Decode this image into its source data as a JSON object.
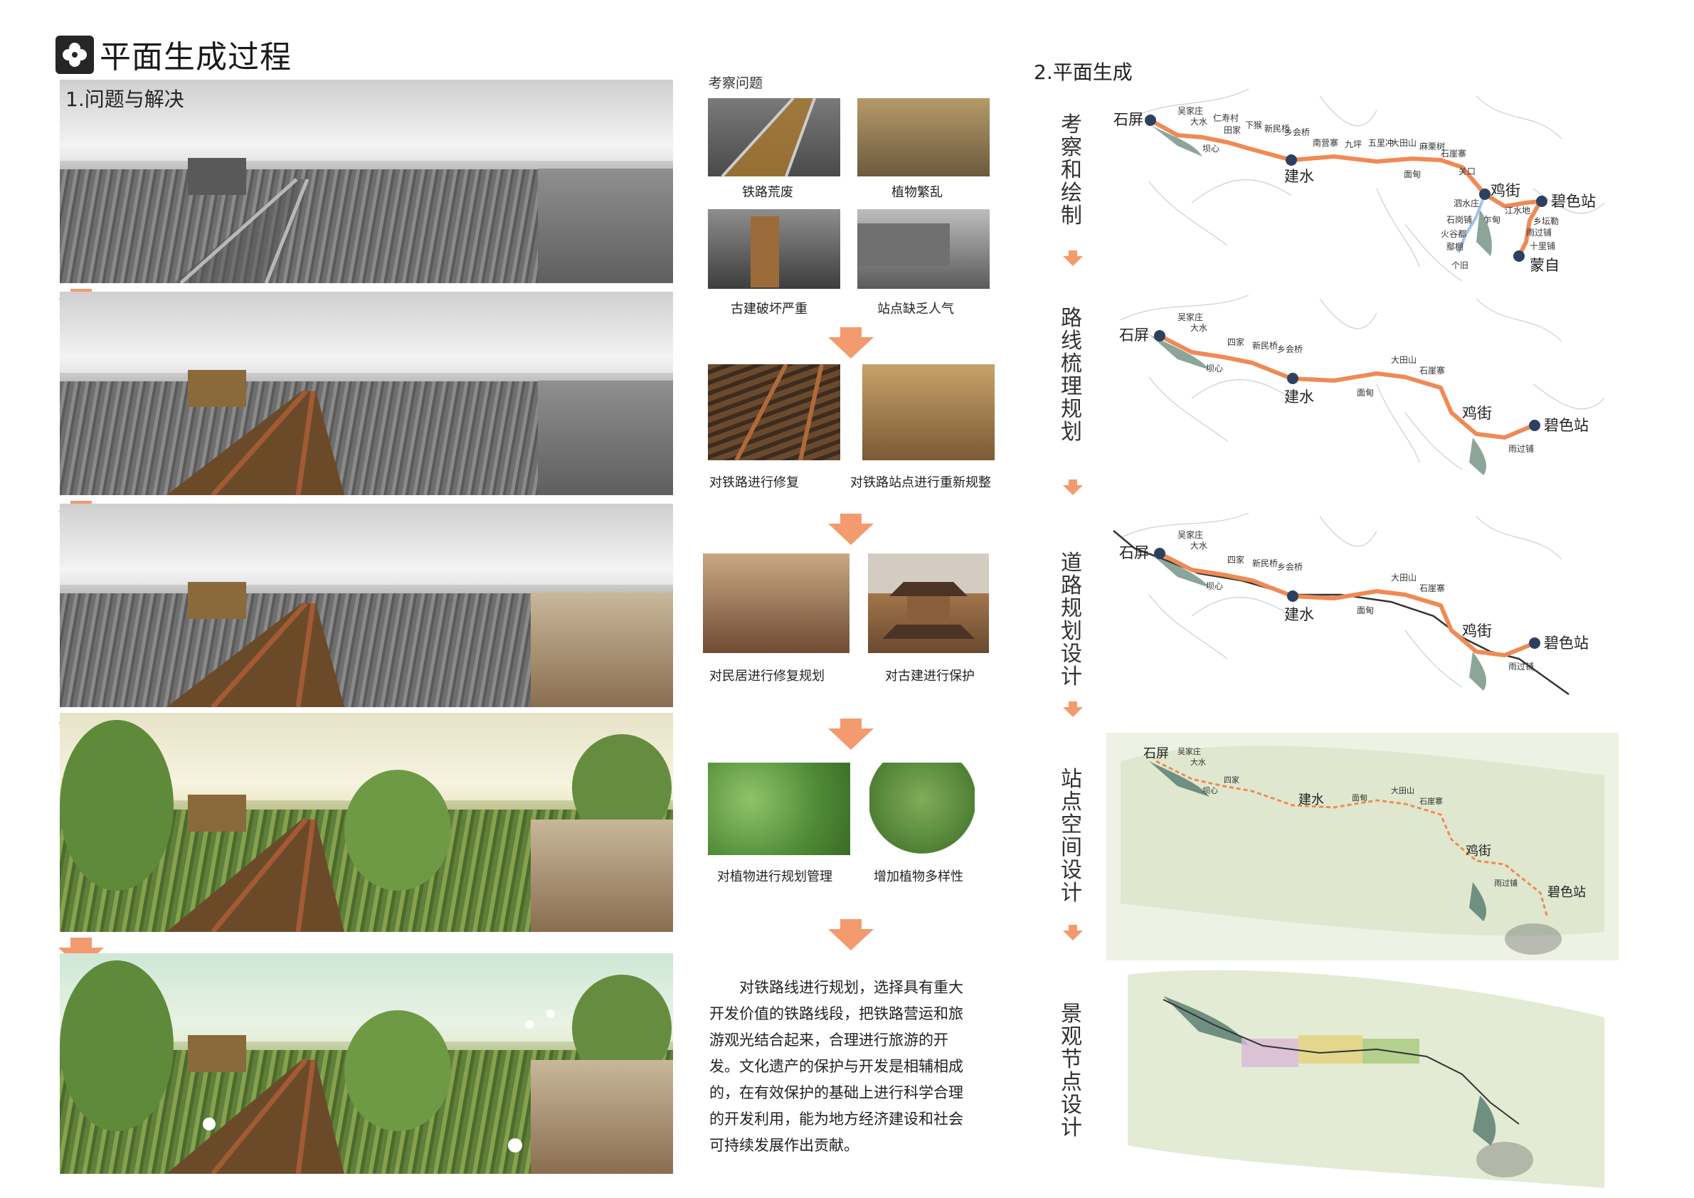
{
  "header": {
    "title": "平面生成过程"
  },
  "section1": {
    "title": "1.问题与解决",
    "survey_heading": "考察问题",
    "captions": {
      "rail_abandoned": "铁路荒废",
      "plants_messy": "植物繁乱",
      "old_buildings_damaged": "古建破坏严重",
      "station_lacks_popularity": "站点缺乏人气",
      "repair_railway": "对铁路进行修复",
      "replan_station": "对铁路站点进行重新规整",
      "repair_houses": "对民居进行修复规划",
      "protect_old_buildings": "对古建进行保护",
      "plant_management": "对植物进行规划管理",
      "plant_diversity": "增加植物多样性"
    },
    "paragraph": "对铁路线进行规划，选择具有重大开发价值的铁路线段，把铁路营运和旅游观光结合起来，合理进行旅游的开发。文化遗产的保护与开发是相辅相成的，在有效保护的基础上进行科学合理的开发利用，能为地方经济建设和社会可持续发展作出贡献。"
  },
  "section2": {
    "title": "2.平面生成",
    "steps": [
      "考察和绘制",
      "路线梳理规划",
      "道路规划设计",
      "站点空间设计",
      "景观节点设计"
    ]
  },
  "maps": {
    "map1": {
      "main": [
        "石屏",
        "建水",
        "鸡街",
        "碧色站",
        "蒙自"
      ],
      "small": [
        "吴家庄",
        "大水",
        "仁寿村",
        "坝心",
        "田家",
        "下猴",
        "新民桥",
        "乡会桥",
        "南营寨",
        "九坪",
        "五里冲",
        "面甸",
        "大田山",
        "麻栗树",
        "石崖寨",
        "关口",
        "泗水庄",
        "乍甸",
        "石岗铺",
        "火谷都",
        "鄢棚",
        "个旧",
        "江水地",
        "乡坛勒",
        "雨过铺",
        "十里铺"
      ]
    },
    "map2": {
      "main": [
        "石屏",
        "建水",
        "鸡街",
        "碧色站"
      ],
      "small": [
        "吴家庄",
        "大水",
        "坝心",
        "四家",
        "新民桥",
        "乡会桥",
        "面甸",
        "大田山",
        "石崖寨",
        "雨过铺"
      ]
    },
    "map3": {
      "main": [
        "石屏",
        "建水",
        "鸡街",
        "碧色站"
      ],
      "small": [
        "吴家庄",
        "大水",
        "坝心",
        "四家",
        "新民桥",
        "乡会桥",
        "面甸",
        "大田山",
        "石崖寨",
        "雨过铺"
      ]
    },
    "map4": {
      "main": [
        "石屏",
        "建水",
        "鸡街",
        "碧色站"
      ],
      "small": [
        "吴家庄",
        "大水",
        "坝心",
        "四家",
        "面甸",
        "大田山",
        "石崖寨",
        "雨过铺"
      ]
    }
  },
  "colors": {
    "accent": "#f39a6f",
    "route": "#f08a55",
    "node": "#2e4060"
  },
  "icons": {
    "logo": "clover-icon"
  }
}
